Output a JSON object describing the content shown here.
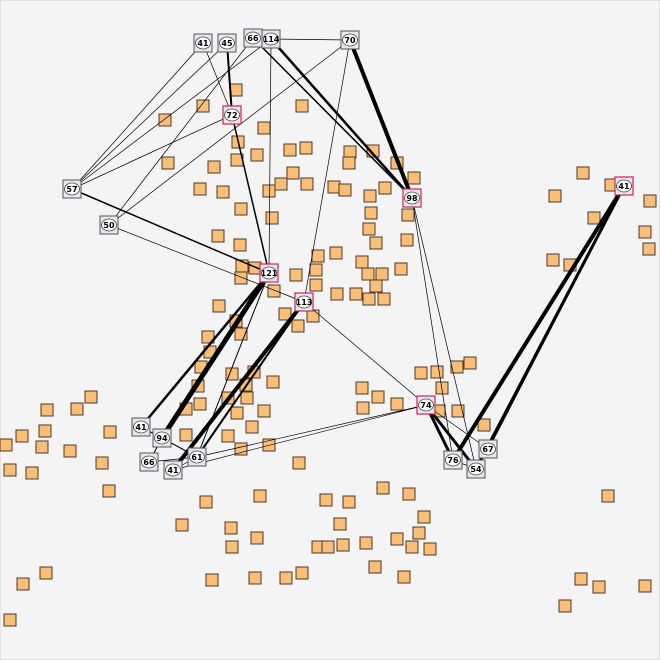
{
  "colors": {
    "background": "#f4f4f4",
    "square": "#f9bf79",
    "node_fill": "#e6e6ee",
    "node_highlight": "#d2245a",
    "edge": "#000000"
  },
  "nodes": [
    {
      "id": "n41a",
      "label": "41"
    },
    {
      "id": "n45",
      "label": "45"
    },
    {
      "id": "n66a",
      "label": "66"
    },
    {
      "id": "n114",
      "label": "114"
    },
    {
      "id": "n70",
      "label": "70"
    },
    {
      "id": "n72",
      "label": "72"
    },
    {
      "id": "n57",
      "label": "57"
    },
    {
      "id": "n50",
      "label": "50"
    },
    {
      "id": "n98",
      "label": "98"
    },
    {
      "id": "n121",
      "label": "121"
    },
    {
      "id": "n113",
      "label": "113"
    },
    {
      "id": "n41b",
      "label": "41"
    },
    {
      "id": "n74",
      "label": "74"
    },
    {
      "id": "n41c",
      "label": "41"
    },
    {
      "id": "n94",
      "label": "94"
    },
    {
      "id": "n66b",
      "label": "66"
    },
    {
      "id": "n41d",
      "label": "41"
    },
    {
      "id": "n61",
      "label": "61"
    },
    {
      "id": "n76",
      "label": "76"
    },
    {
      "id": "n54",
      "label": "54"
    },
    {
      "id": "n67",
      "label": "67"
    }
  ],
  "edges": [
    {
      "from": "n41a",
      "to": "n72"
    },
    {
      "from": "n41a",
      "to": "n57"
    },
    {
      "from": "n45",
      "to": "n72"
    },
    {
      "from": "n45",
      "to": "n57"
    },
    {
      "from": "n66a",
      "to": "n50"
    },
    {
      "from": "n66a",
      "to": "n114"
    },
    {
      "from": "n114",
      "to": "n70"
    },
    {
      "from": "n114",
      "to": "n121"
    },
    {
      "from": "n114",
      "to": "n98"
    },
    {
      "from": "n114",
      "to": "n57"
    },
    {
      "from": "n66a",
      "to": "n98"
    },
    {
      "from": "n70",
      "to": "n98"
    },
    {
      "from": "n70",
      "to": "n113"
    },
    {
      "from": "n70",
      "to": "n50"
    },
    {
      "from": "n72",
      "to": "n57"
    },
    {
      "from": "n72",
      "to": "n121"
    },
    {
      "from": "n57",
      "to": "n121"
    },
    {
      "from": "n50",
      "to": "n113"
    },
    {
      "from": "n98",
      "to": "n76"
    },
    {
      "from": "n98",
      "to": "n54"
    },
    {
      "from": "n121",
      "to": "n94"
    },
    {
      "from": "n121",
      "to": "n41c"
    },
    {
      "from": "n113",
      "to": "n41d"
    },
    {
      "from": "n113",
      "to": "n61"
    },
    {
      "from": "n113",
      "to": "n74"
    },
    {
      "from": "n121",
      "to": "n61"
    },
    {
      "from": "n74",
      "to": "n76"
    },
    {
      "from": "n74",
      "to": "n54"
    },
    {
      "from": "n74",
      "to": "n61"
    },
    {
      "from": "n74",
      "to": "n41d"
    },
    {
      "from": "n74",
      "to": "n67"
    },
    {
      "from": "n41b",
      "to": "n76"
    },
    {
      "from": "n41b",
      "to": "n54"
    },
    {
      "from": "n41b",
      "to": "n67"
    },
    {
      "from": "n41c",
      "to": "n94"
    },
    {
      "from": "n94",
      "to": "n66b"
    },
    {
      "from": "n94",
      "to": "n61"
    },
    {
      "from": "n66b",
      "to": "n61"
    },
    {
      "from": "n41d",
      "to": "n61"
    },
    {
      "from": "n76",
      "to": "n54"
    },
    {
      "from": "n67",
      "to": "n54"
    }
  ]
}
